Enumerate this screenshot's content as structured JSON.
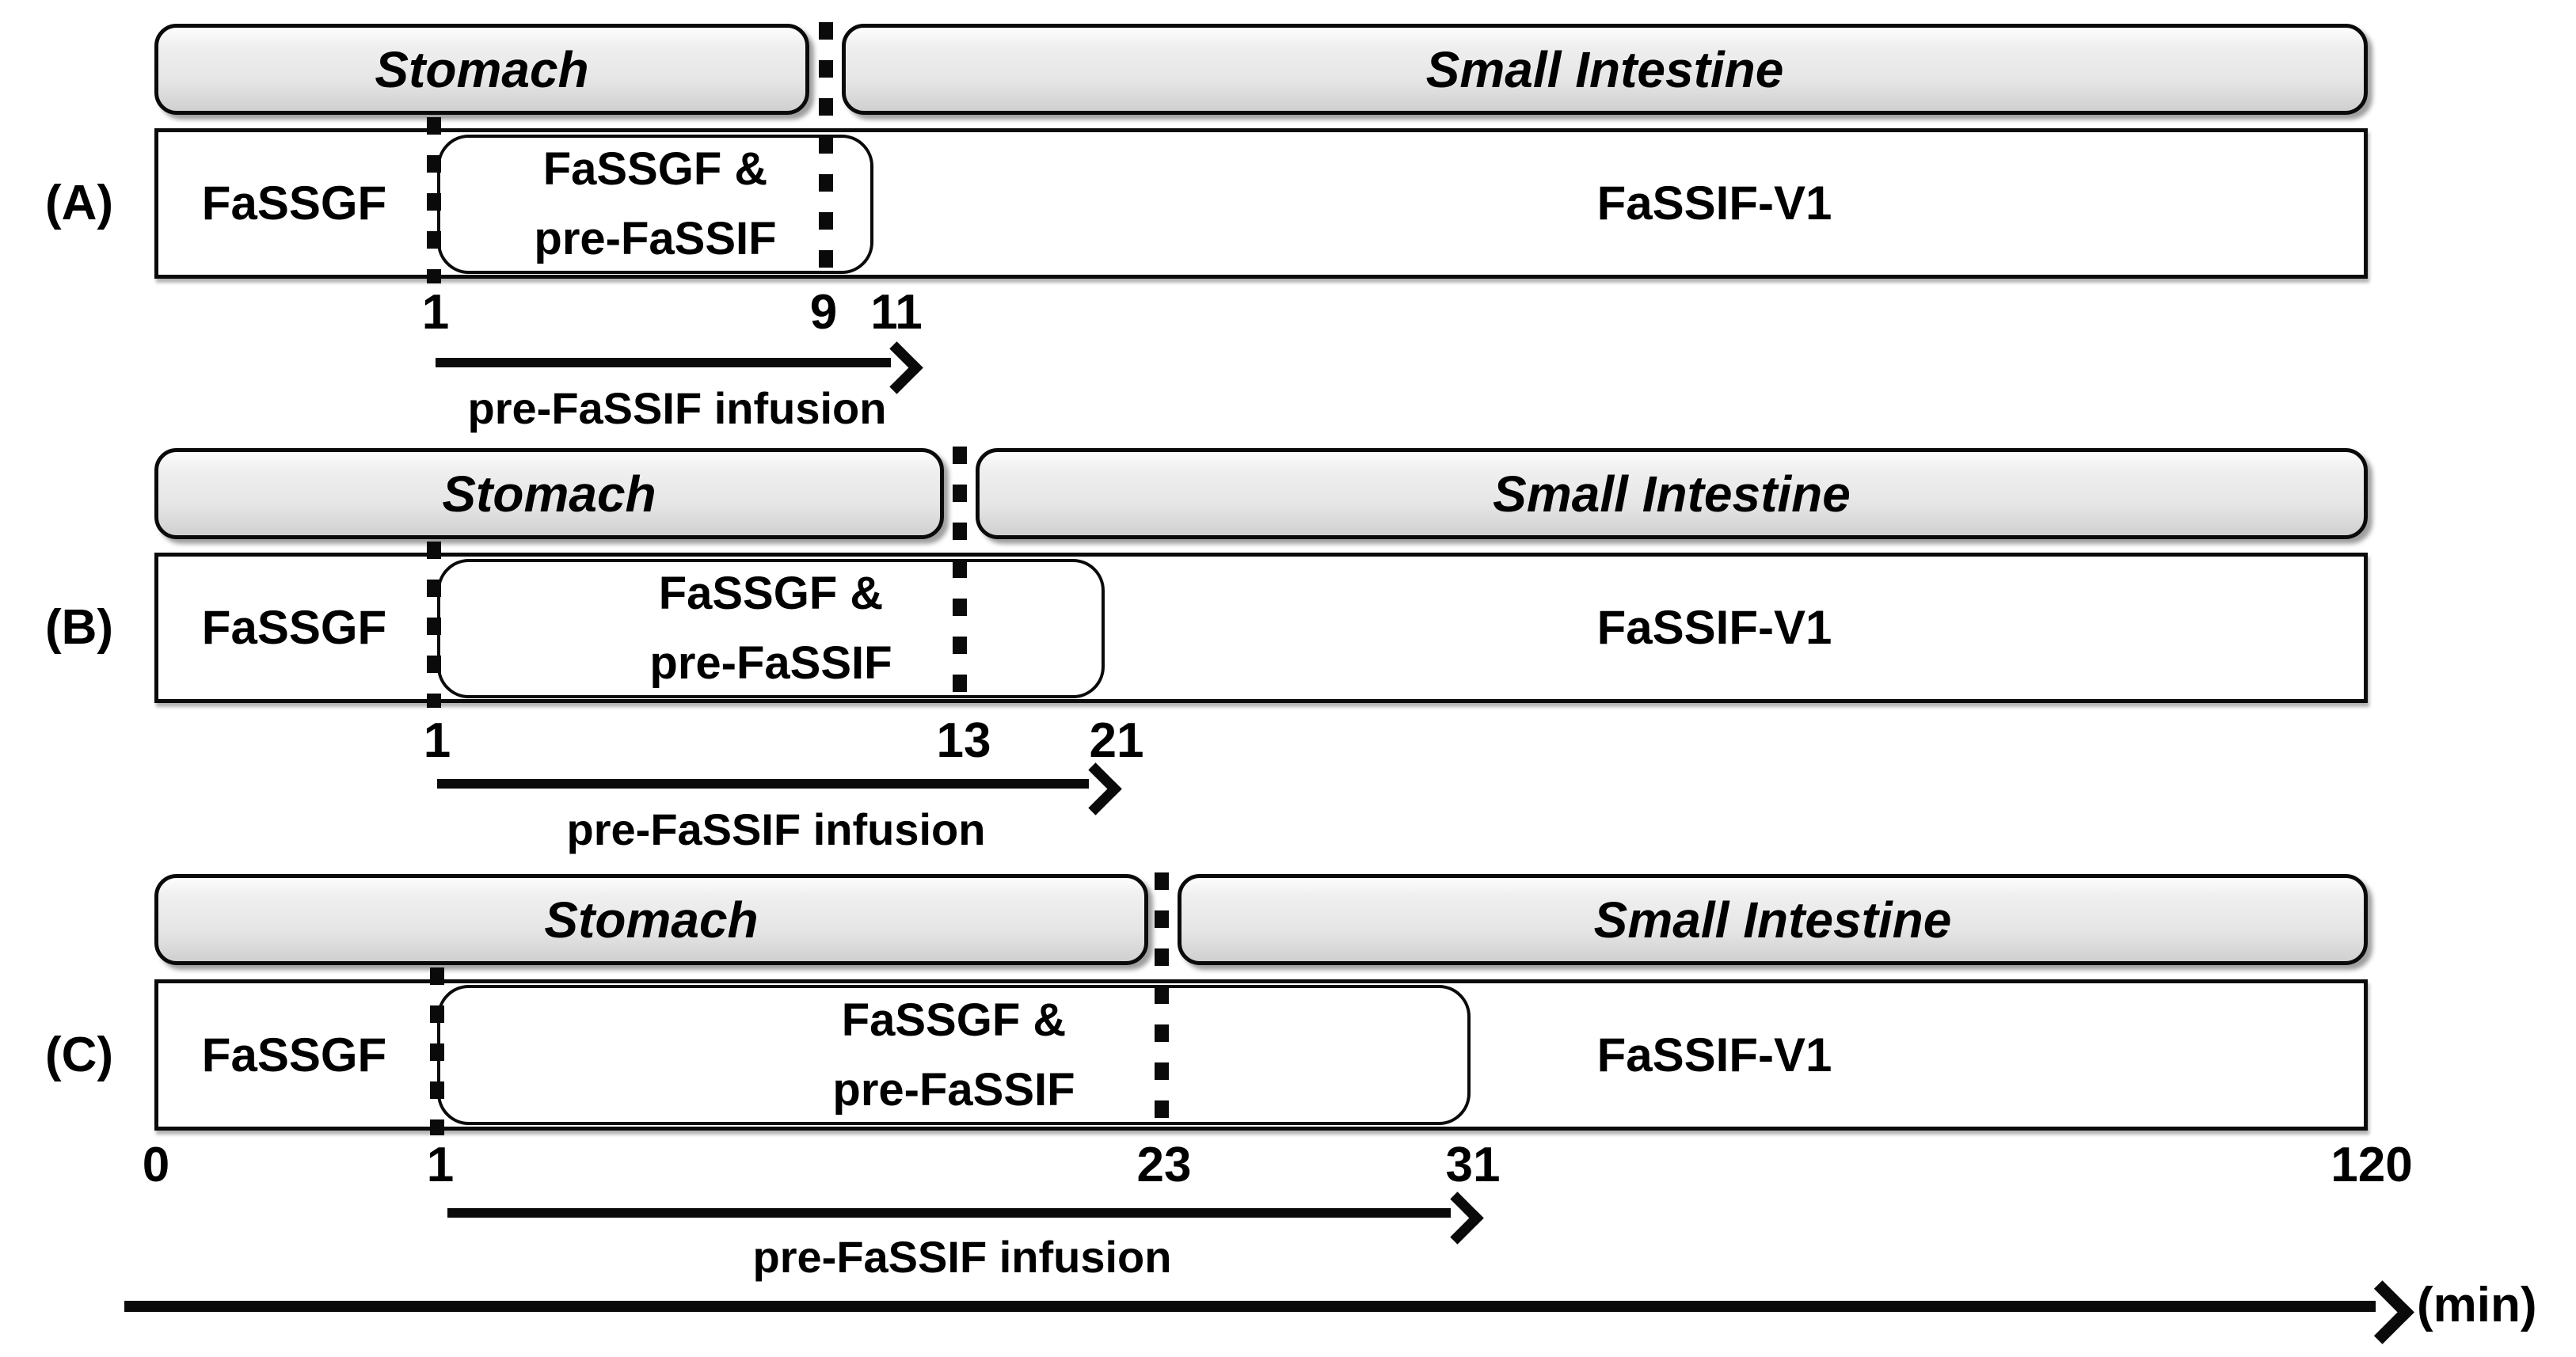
{
  "panels": [
    {
      "label": "(A)",
      "stomach_label": "Stomach",
      "intestine_label": "Small Intestine",
      "gastric_medium": "FaSSGF",
      "mixed_medium_line1": "FaSSGF &",
      "mixed_medium_line2": "pre-FaSSIF",
      "intestinal_medium": "FaSSIF-V1",
      "infusion_label": "pre-FaSSIF infusion",
      "ticks": [
        "1",
        "9",
        "11"
      ]
    },
    {
      "label": "(B)",
      "stomach_label": "Stomach",
      "intestine_label": "Small Intestine",
      "gastric_medium": "FaSSGF",
      "mixed_medium_line1": "FaSSGF &",
      "mixed_medium_line2": "pre-FaSSIF",
      "intestinal_medium": "FaSSIF-V1",
      "infusion_label": "pre-FaSSIF infusion",
      "ticks": [
        "1",
        "13",
        "21"
      ]
    },
    {
      "label": "(C)",
      "stomach_label": "Stomach",
      "intestine_label": "Small Intestine",
      "gastric_medium": "FaSSGF",
      "mixed_medium_line1": "FaSSGF &",
      "mixed_medium_line2": "pre-FaSSIF",
      "intestinal_medium": "FaSSIF-V1",
      "infusion_label": "pre-FaSSIF infusion",
      "ticks": [
        "0",
        "1",
        "23",
        "31",
        "120"
      ]
    }
  ],
  "time_axis": {
    "unit_label": "(min)"
  }
}
